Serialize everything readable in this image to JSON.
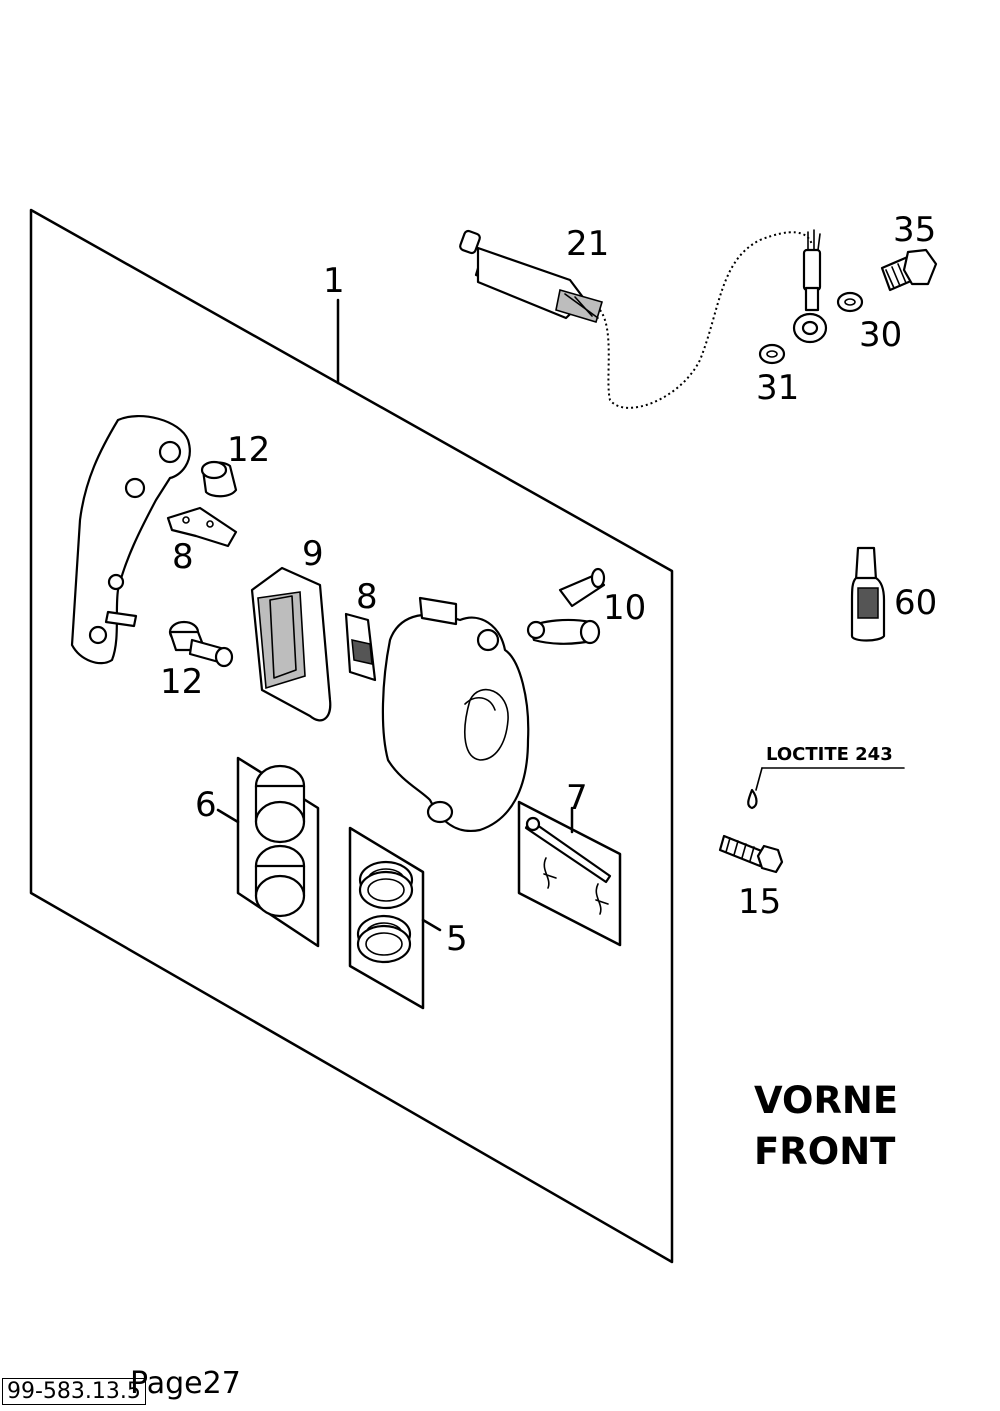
{
  "parts": [
    {
      "number": "1"
    },
    {
      "number": "21"
    },
    {
      "number": "35"
    },
    {
      "number": "30"
    },
    {
      "number": "31"
    },
    {
      "number": "12"
    },
    {
      "number": "8"
    },
    {
      "number": "9"
    },
    {
      "number": "8"
    },
    {
      "number": "10"
    },
    {
      "number": "12"
    },
    {
      "number": "60"
    },
    {
      "number": "6"
    },
    {
      "number": "7"
    },
    {
      "number": "5"
    },
    {
      "number": "15"
    }
  ],
  "loctite_label": "LOCTITE 243",
  "heading": {
    "line1": "VORNE",
    "line2": "FRONT"
  },
  "footer": {
    "code": "99-583.13.5",
    "page": "Page27"
  }
}
